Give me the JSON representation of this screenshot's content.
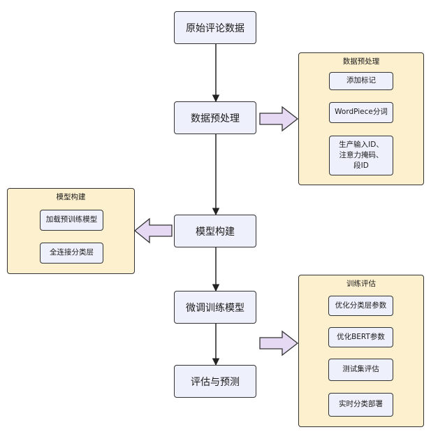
{
  "main_flow": {
    "step1": "原始评论数据",
    "step2": "数据预处理",
    "step3": "模型构建",
    "step4": "微调训练模型",
    "step5": "评估与预测"
  },
  "preprocess_panel": {
    "title": "数据预处理",
    "steps": [
      "添加标记",
      "WordPiece分词",
      "生产输入ID、\n注意力掩码、\n段ID"
    ]
  },
  "model_panel": {
    "title": "模型构建",
    "steps": [
      "加载预训练模型",
      "全连接分类层"
    ]
  },
  "train_panel": {
    "title": "训练评估",
    "steps": [
      "优化分类层参数",
      "优化BERT参数",
      "测试集评估",
      "实时分类部署"
    ]
  },
  "colors": {
    "box_fill": "#eef0fb",
    "panel_fill": "#fdf0cf",
    "big_arrow_fill": "#e6d9f3",
    "stroke": "#333333"
  }
}
